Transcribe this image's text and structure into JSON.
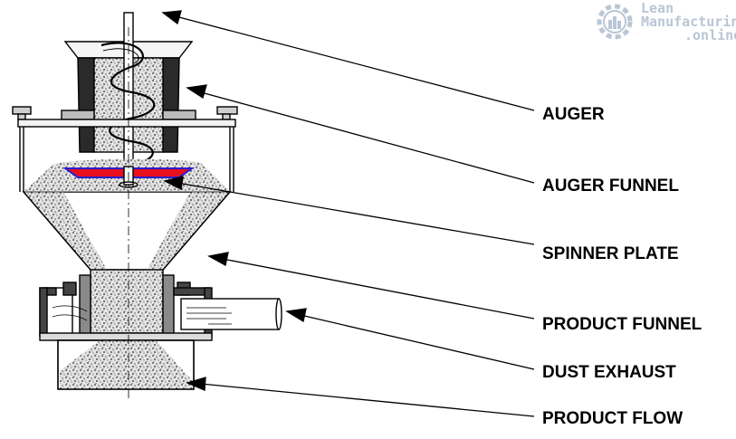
{
  "labels": {
    "auger": "AUGER",
    "auger_funnel": "AUGER FUNNEL",
    "spinner_plate": "SPINNER PLATE",
    "product_funnel": "PRODUCT FUNNEL",
    "dust_exhaust": "DUST EXHAUST",
    "product_flow": "PRODUCT FLOW"
  },
  "logo": {
    "line1": "Lean",
    "line2": "Manufacturing",
    "line3": ".online"
  },
  "colors": {
    "line": "#000000",
    "powder": "#3a3a3a",
    "spinner_red": "#e8101e",
    "spinner_blue": "#2b1fd0",
    "logo_gray": "#b9c6d6"
  }
}
